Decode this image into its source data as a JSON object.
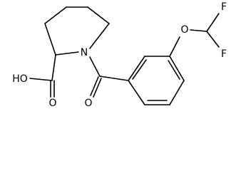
{
  "molecule": {
    "atoms": {
      "nitrogen": "N",
      "acid_oxygen_hydroxyl": "HO",
      "acid_oxygen_carbonyl": "O",
      "amide_oxygen": "O",
      "ether_oxygen": "O",
      "fluorine_top": "F",
      "fluorine_bottom": "F"
    }
  }
}
